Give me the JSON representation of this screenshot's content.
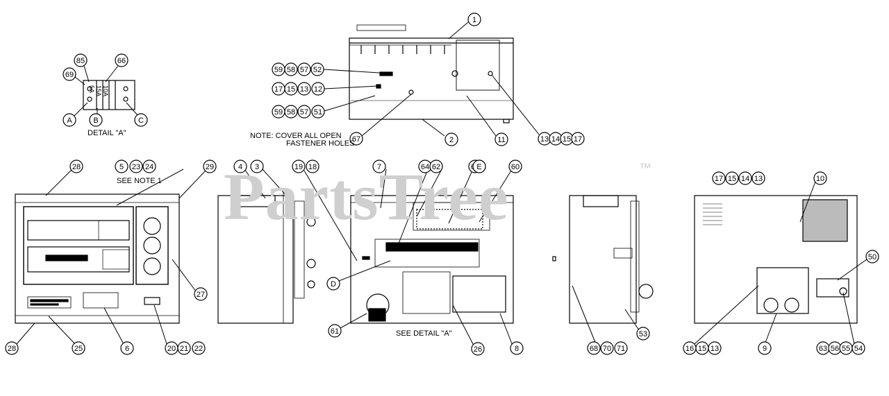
{
  "watermark": {
    "text": "PartsTree",
    "trademark": "™"
  },
  "detail_label": "DETAIL \"A\"",
  "detail_breakers": [
    "5A",
    "15A",
    "10A"
  ],
  "note_cover_line1": "NOTE: COVER ALL OPEN",
  "note_cover_line2": "FASTENER HOLES",
  "see_note": "SEE NOTE 1",
  "see_detail": "SEE DETAIL \"A\"",
  "callouts": [
    "1",
    "2",
    "11",
    "13",
    "14",
    "15",
    "17",
    "59",
    "58",
    "57",
    "52",
    "12",
    "51",
    "67",
    "85",
    "66",
    "69",
    "A",
    "B",
    "C",
    "28",
    "5",
    "23",
    "24",
    "29",
    "27",
    "25",
    "6",
    "20",
    "21",
    "22",
    "4",
    "3",
    "19",
    "18",
    "7",
    "64",
    "62",
    "E",
    "60",
    "D",
    "61",
    "26",
    "8",
    "68",
    "70",
    "71",
    "53",
    "10",
    "50",
    "16",
    "9",
    "63",
    "56",
    "55",
    "54"
  ]
}
